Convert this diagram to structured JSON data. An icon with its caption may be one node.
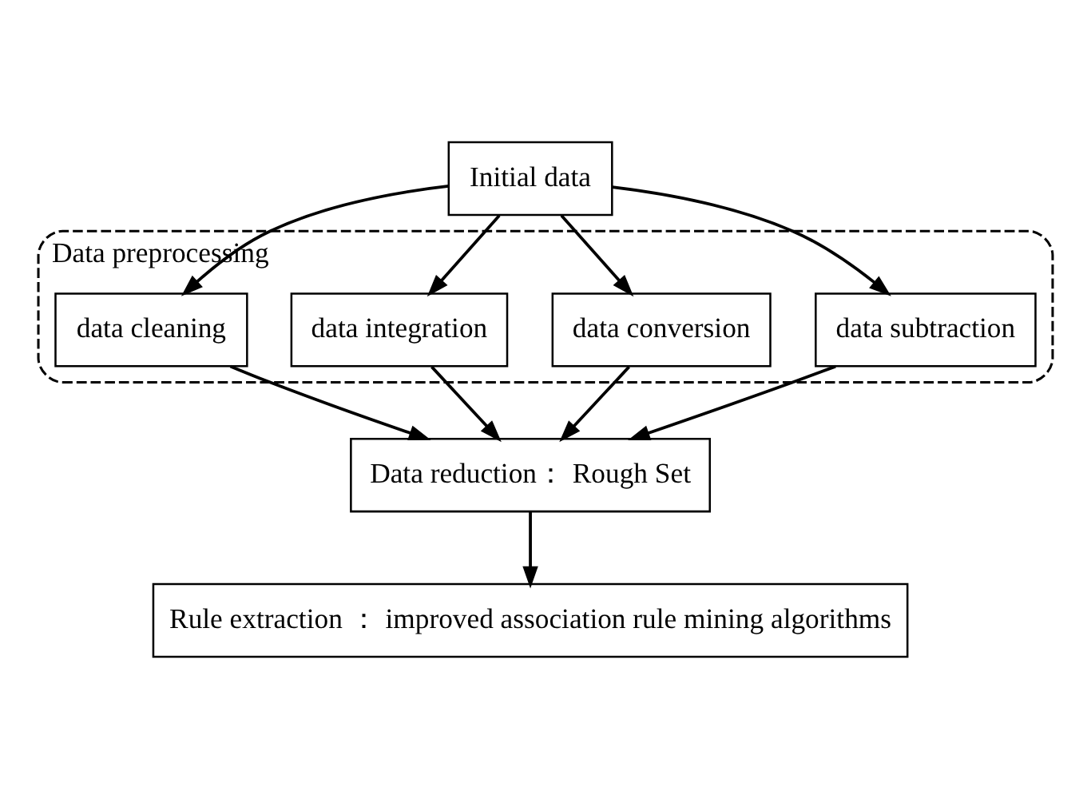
{
  "diagram": {
    "nodes": [
      {
        "text": [
          "Initial data"
        ]
      },
      {
        "text": [
          "Data preprocessing"
        ]
      },
      {
        "text": [
          "data cleaning"
        ],
        "in": 1
      },
      {
        "text": [
          "data integration"
        ],
        "in": 1
      },
      {
        "text": [
          "data conversion"
        ],
        "in": 1
      },
      {
        "text": [
          "data subtraction"
        ],
        "in": 1
      },
      {
        "text": [
          "Data reduction： Rough Set"
        ]
      },
      {
        "text": [
          "Rule extraction ： improved association rule mining algorithms"
        ]
      }
    ],
    "edges": [
      {
        "from": 0,
        "to": 2,
        "arrow": "to"
      },
      {
        "from": 0,
        "to": 3,
        "arrow": "to"
      },
      {
        "from": 0,
        "to": 4,
        "arrow": "to"
      },
      {
        "from": 0,
        "to": 5,
        "arrow": "to"
      },
      {
        "from": 2,
        "to": 6,
        "arrow": "to"
      },
      {
        "from": 3,
        "to": 6,
        "arrow": "to"
      },
      {
        "from": 4,
        "to": 6,
        "arrow": "to"
      },
      {
        "from": 5,
        "to": 6,
        "arrow": "to"
      },
      {
        "from": 6,
        "to": 7,
        "arrow": "to"
      }
    ]
  }
}
